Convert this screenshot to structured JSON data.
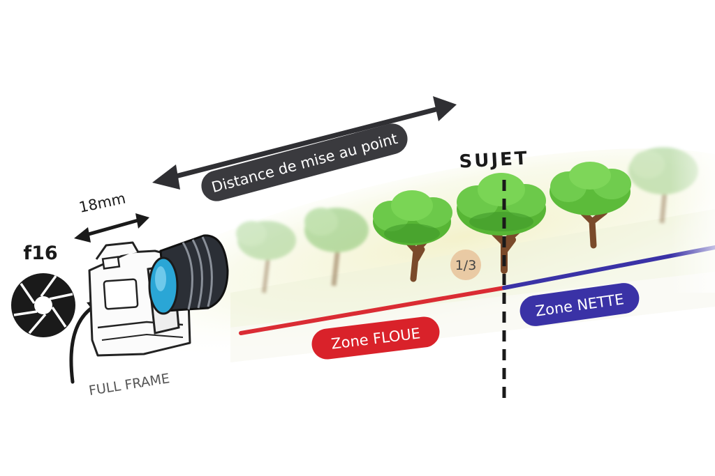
{
  "labels": {
    "aperture": "f16",
    "focal_length": "18mm",
    "sensor": "FULL FRAME",
    "focus_distance": "Distance de mise au point",
    "subject": "SUJET",
    "fraction": "1/3",
    "blur_zone": "Zone FLOUE",
    "sharp_zone": "Zone NETTE"
  },
  "colors": {
    "blur_zone": "#d9222a",
    "sharp_zone": "#3a32a6",
    "arrow": "#2f2f33",
    "tree_foliage": "#5cbf3a",
    "tree_trunk": "#7a4a2a",
    "lens_glass": "#2aa6d6",
    "fraction_badge": "#e7c29a"
  },
  "icons": {
    "aperture": "aperture-icon",
    "camera": "camera-icon",
    "trees": "tree-icon"
  }
}
